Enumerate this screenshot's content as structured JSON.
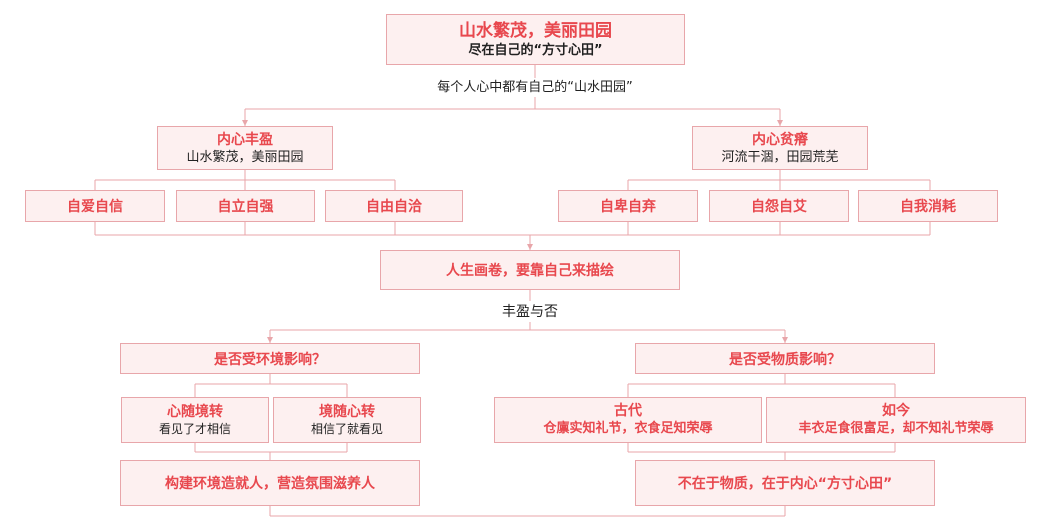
{
  "top": {
    "title": "山水繁茂，美丽田园",
    "subtitle": "尽在自己的“方寸心田”"
  },
  "caption_top": "每个人心中都有自己的“山水田园”",
  "left_branch": {
    "title": "内心丰盈",
    "subtitle": "山水繁茂，美丽田园",
    "items": [
      "自爱自信",
      "自立自强",
      "自由自洽"
    ]
  },
  "right_branch": {
    "title": "内心贫瘠",
    "subtitle": "河流干涸，田园荒芜",
    "items": [
      "自卑自弃",
      "自怨自艾",
      "自我消耗"
    ]
  },
  "middle": {
    "title": "人生画卷，要靠自己来描绘"
  },
  "caption_mid": "丰盈与否",
  "env": {
    "question": "是否受环境影响？",
    "a": {
      "title": "心随境转",
      "subtitle": "看见了才相信"
    },
    "b": {
      "title": "境随心转",
      "subtitle": "相信了就看见"
    },
    "conclusion": "构建环境造就人，营造氛围滋养人"
  },
  "mat": {
    "question": "是否受物质影响？",
    "a": {
      "title": "古代",
      "subtitle": "仓廪实知礼节，衣食足知荣辱"
    },
    "b": {
      "title": "如今",
      "subtitle": "丰衣足食很富足，却不知礼节荣辱"
    },
    "conclusion": "不在于物质，在于内心“方寸心田”"
  },
  "colors": {
    "accent": "#e8484e",
    "box_fill": "#fdf0f0",
    "box_border": "#e8a6aa",
    "line": "#e8a6aa"
  }
}
